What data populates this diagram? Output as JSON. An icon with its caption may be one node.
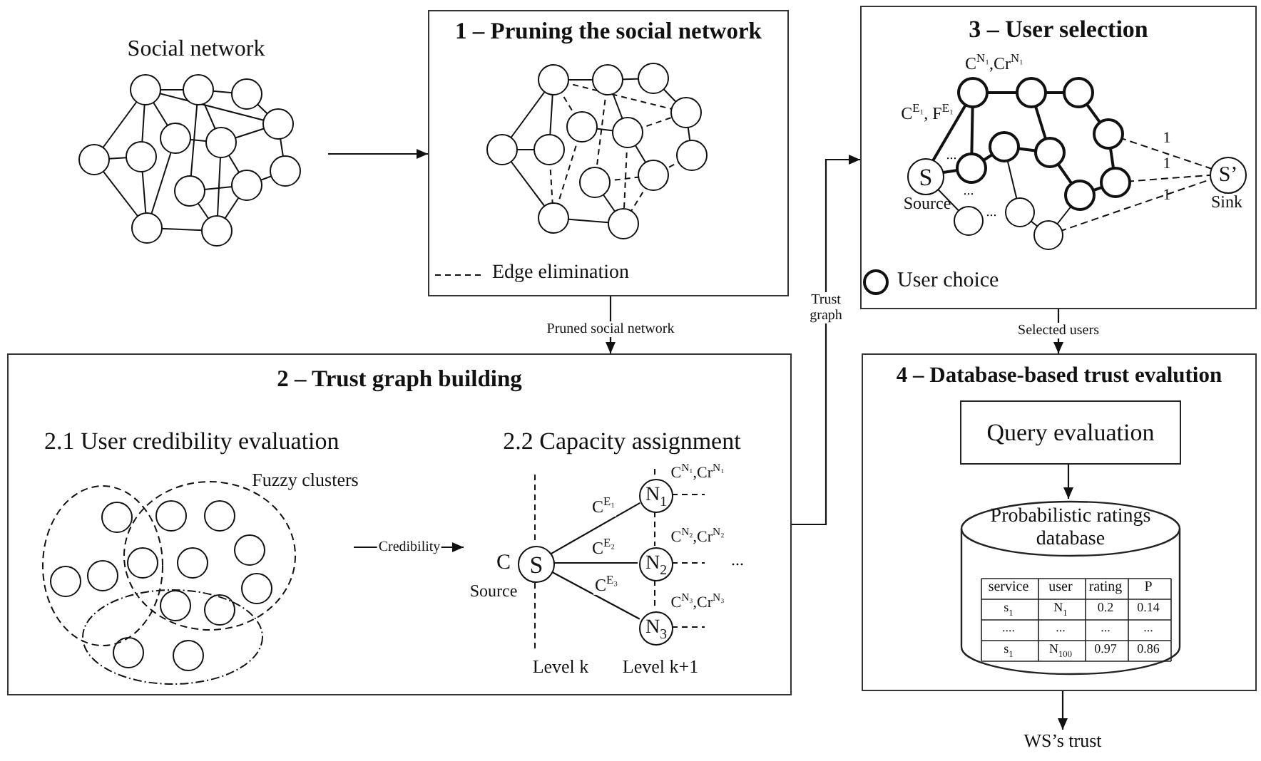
{
  "diagram": {
    "nodes": [
      {
        "text": [
          "Social network"
        ]
      },
      {
        "text": [
          "1 – Pruning the social network"
        ]
      },
      {
        "text": [
          "2 – Trust graph building"
        ]
      },
      {
        "text": [
          "2.1 User credibility evaluation"
        ],
        "in": 2
      },
      {
        "text": [
          "2.2 Capacity assignment"
        ],
        "in": 2
      },
      {
        "text": [
          "S"
        ],
        "in": 4,
        "beside": [
          "C",
          "Source"
        ]
      },
      {
        "text": [
          "N$_{1}$"
        ],
        "in": 4,
        "beside": [
          "C$^{N₁}$,Cr$^{N₁}$"
        ]
      },
      {
        "text": [
          "N$_{2}$"
        ],
        "in": 4,
        "beside": [
          "C$^{N₂}$,Cr$^{N₂}$"
        ]
      },
      {
        "text": [
          "N$_{3}$"
        ],
        "in": 4,
        "beside": [
          "C$^{N₃}$,Cr$^{N₃}$"
        ]
      },
      {
        "text": [
          "3 – User selection"
        ]
      },
      {
        "text": [
          "S"
        ],
        "in": 9,
        "beside": [
          "Source"
        ]
      },
      {
        "text": [
          "S’"
        ],
        "in": 9,
        "beside": [
          "Sink"
        ]
      },
      {
        "text": [
          "4 – Database-based trust evalution"
        ]
      },
      {
        "text": [
          "Query evaluation"
        ],
        "in": 12
      },
      {
        "text": [
          "Probabilistic ratings database"
        ],
        "in": 12
      },
      {
        "text": [
          "WS’s trust"
        ]
      }
    ],
    "edges": [
      {
        "from": 0,
        "to": 1,
        "arrow": "to"
      },
      {
        "from": 1,
        "to": 2,
        "arrow": "to",
        "label": "Pruned social network"
      },
      {
        "from": 2,
        "to": 9,
        "arrow": "to",
        "label": "Trust graph"
      },
      {
        "from": 9,
        "to": 12,
        "arrow": "to",
        "label": "Selected users"
      },
      {
        "from": 3,
        "to": 4,
        "arrow": "to",
        "label": "Credibility"
      },
      {
        "from": 13,
        "to": 14,
        "arrow": "to"
      },
      {
        "from": 12,
        "to": 15,
        "arrow": "to"
      },
      {
        "from": 5,
        "to": 6,
        "arrow": "none",
        "label": "C$^{E₁}$"
      },
      {
        "from": 5,
        "to": 7,
        "arrow": "none",
        "label": "C$^{E₂}$"
      },
      {
        "from": 5,
        "to": 8,
        "arrow": "none",
        "label": "C$^{E₃}$"
      }
    ],
    "labels": [
      "C$^{N₁}$,Cr$^{N₁}$",
      "C$^{E₁}$, F$^{E₁}$",
      "...",
      "...",
      "...",
      "1",
      "1",
      "1",
      "Fuzzy clusters",
      "...",
      "Level k",
      "Level k+1",
      "service",
      "user",
      "rating",
      "P",
      "s$_{1}$",
      "N$_{1}$",
      "0.2",
      "0.14",
      "....",
      "...",
      "...",
      "...",
      "s$_{1}$",
      "N$_{100}$",
      "0.97",
      "0.86"
    ],
    "legend": [
      {
        "text": "Edge elimination"
      },
      {
        "text": "User choice"
      }
    ]
  }
}
